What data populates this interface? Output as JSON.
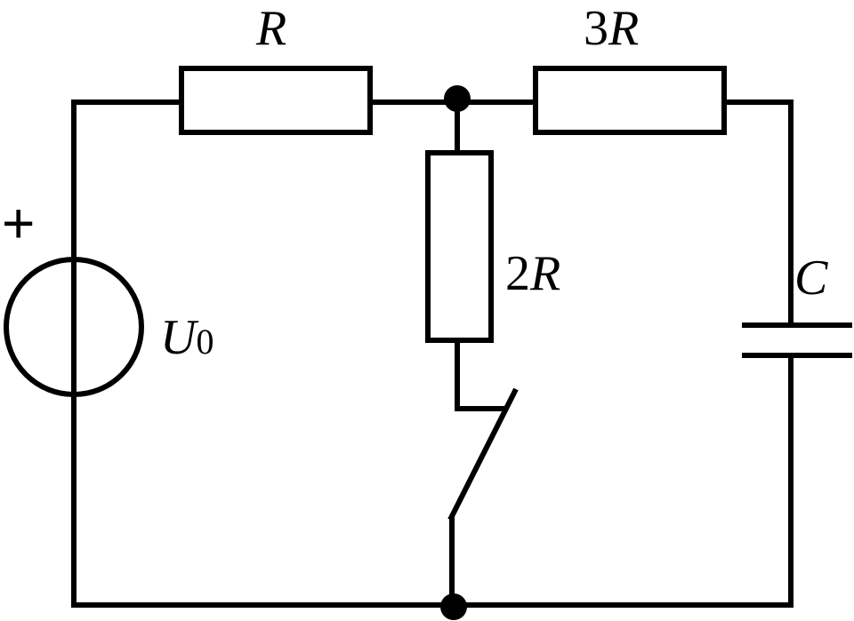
{
  "colors": {
    "ink": "#000000",
    "background": "#ffffff"
  },
  "source": {
    "polarity": "+",
    "symbol": "U",
    "subscript": "0"
  },
  "resistor_top_left": {
    "label": "R"
  },
  "resistor_top_right": {
    "label_coef": "3",
    "label_sym": "R"
  },
  "resistor_middle": {
    "label_coef": "2",
    "label_sym": "R"
  },
  "capacitor": {
    "label": "C"
  },
  "switch": {
    "state": "open"
  }
}
